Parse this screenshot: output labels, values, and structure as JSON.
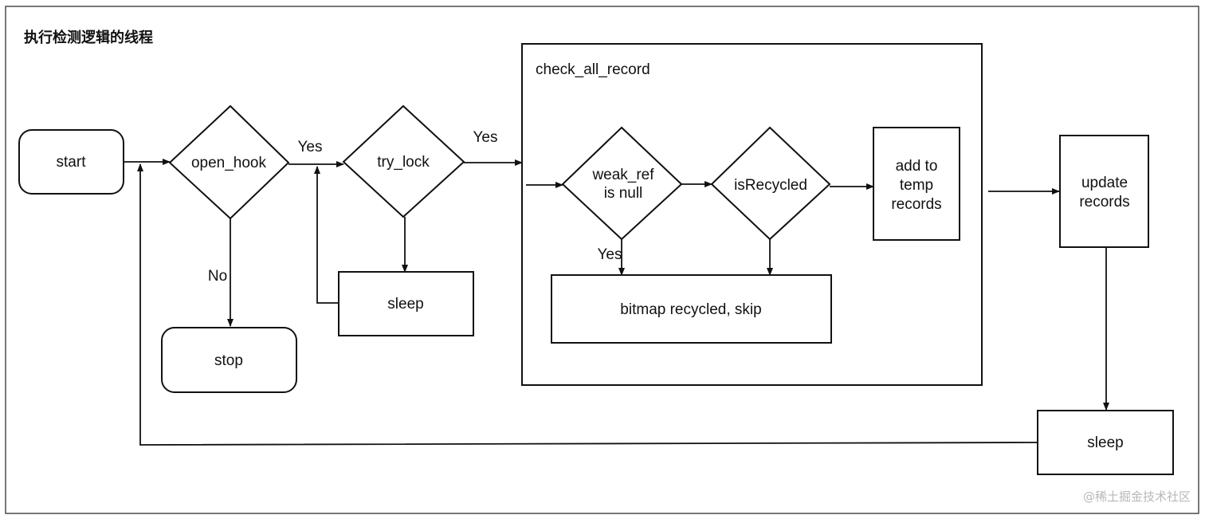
{
  "title": "执行检测逻辑的线程",
  "group": {
    "label": "check_all_record"
  },
  "nodes": {
    "start": "start",
    "open_hook": "open_hook",
    "try_lock": "try_lock",
    "stop": "stop",
    "sleep_lock": "sleep",
    "weak_ref": [
      "weak_ref",
      "is null"
    ],
    "is_recycled": "isRecycled",
    "add_temp": [
      "add to",
      "temp",
      "records"
    ],
    "bitmap_skip": "bitmap recycled, skip",
    "update_records": [
      "update",
      "records"
    ],
    "sleep_loop": "sleep"
  },
  "edge_labels": {
    "open_hook_yes": "Yes",
    "open_hook_no": "No",
    "try_lock_yes": "Yes",
    "weak_ref_yes": "Yes"
  },
  "watermark": "@稀土掘金技术社区"
}
